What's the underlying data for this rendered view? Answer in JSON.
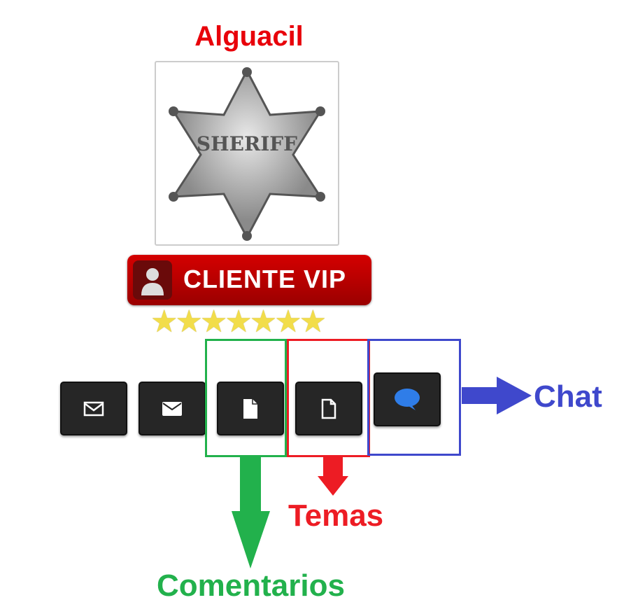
{
  "title": "Alguacil",
  "badge_text": "SHERIFF",
  "vip_label": "CLIENTE VIP",
  "stars": 7,
  "buttons": [
    {
      "icon": "envelope-outline-icon"
    },
    {
      "icon": "envelope-solid-icon"
    },
    {
      "icon": "file-solid-icon"
    },
    {
      "icon": "file-outline-icon"
    },
    {
      "icon": "chat-bubble-icon"
    }
  ],
  "annotations": {
    "chat": "Chat",
    "temas": "Temas",
    "comentarios": "Comentarios"
  },
  "colors": {
    "green": "#22b14c",
    "red": "#ed1c24",
    "blue": "#3f48cc",
    "title": "#e8000a"
  }
}
